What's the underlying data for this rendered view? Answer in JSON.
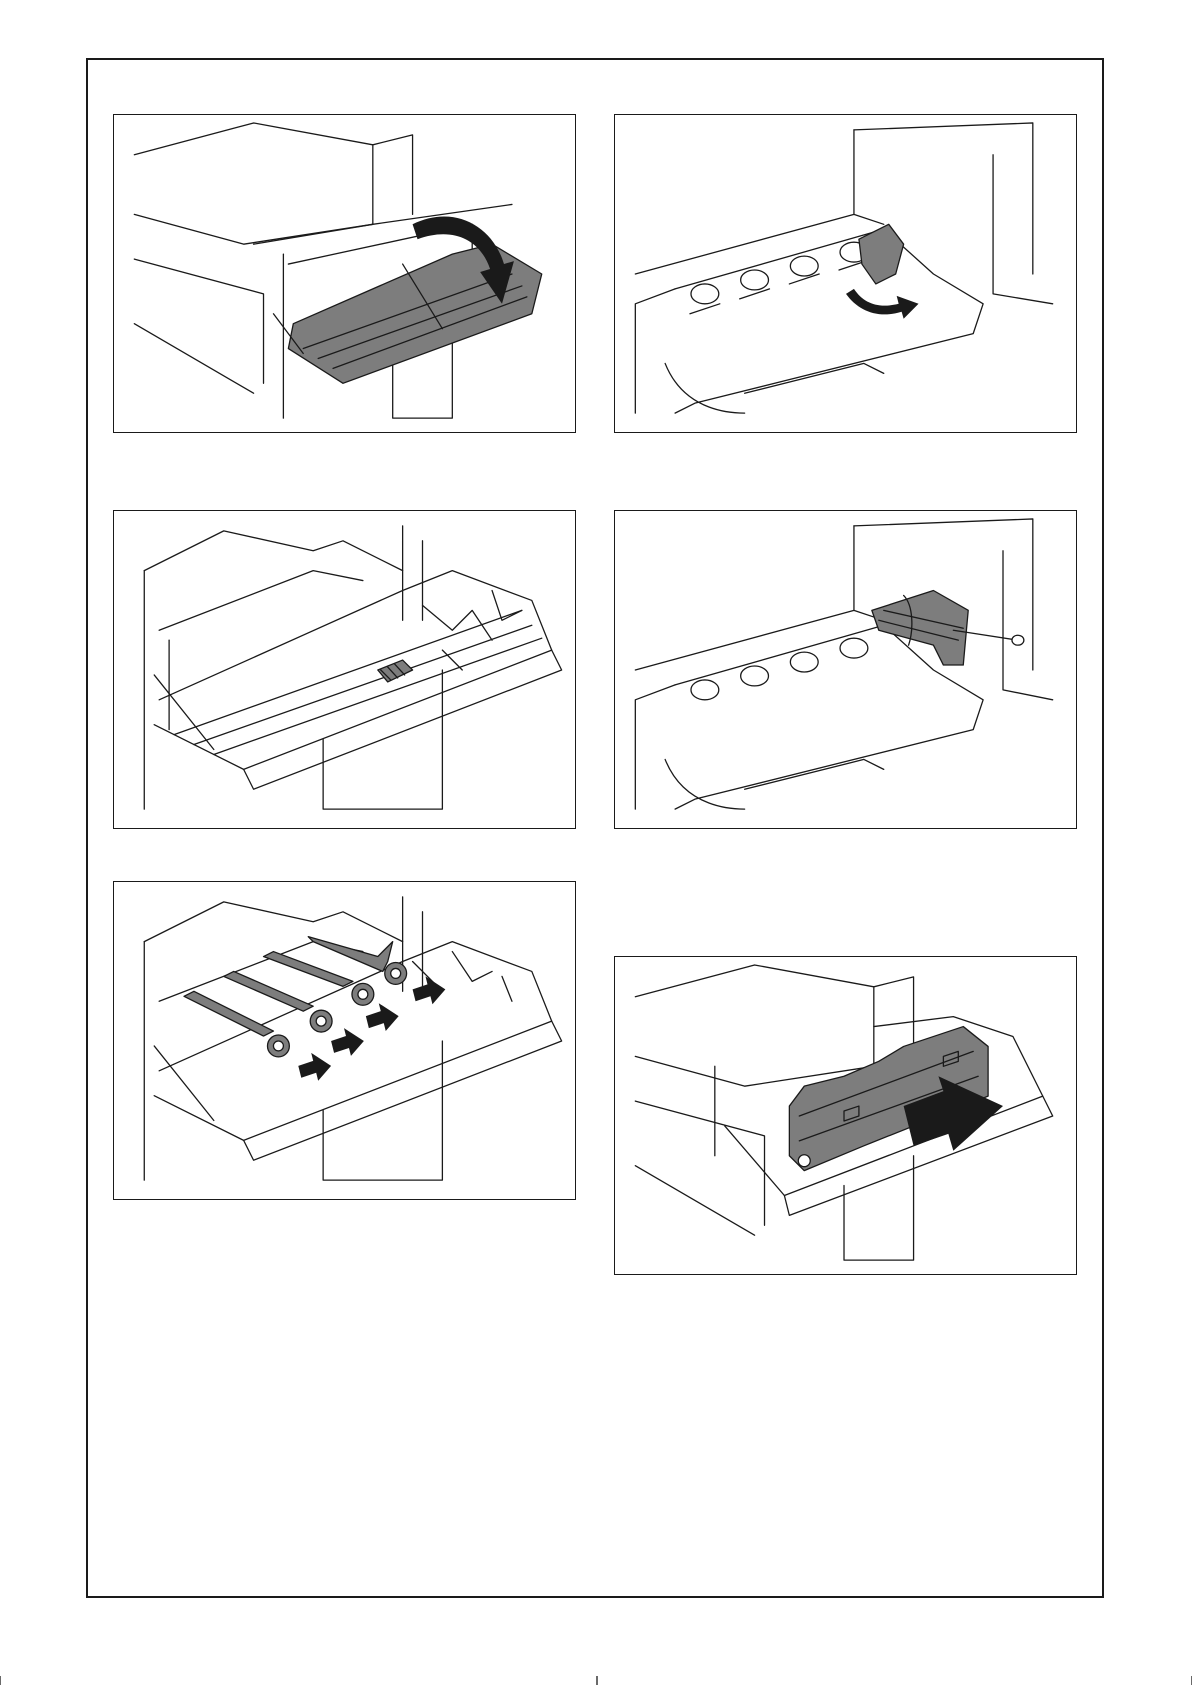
{
  "page": {
    "illustrations": [
      {
        "id": "step-1",
        "depicts": "front-door-open-icon"
      },
      {
        "id": "step-2",
        "depicts": "rotate-lock-lever-icon"
      },
      {
        "id": "step-3",
        "depicts": "door-lowered-icon"
      },
      {
        "id": "step-4",
        "depicts": "pull-out-unit-icon"
      },
      {
        "id": "step-5",
        "depicts": "slide-out-cartridges-icon"
      },
      {
        "id": "step-6",
        "depicts": "insert-waste-box-icon"
      }
    ],
    "colors": {
      "line": "#1a1a1a",
      "highlight_fill": "#7d7d7d",
      "paper": "#ffffff"
    }
  }
}
